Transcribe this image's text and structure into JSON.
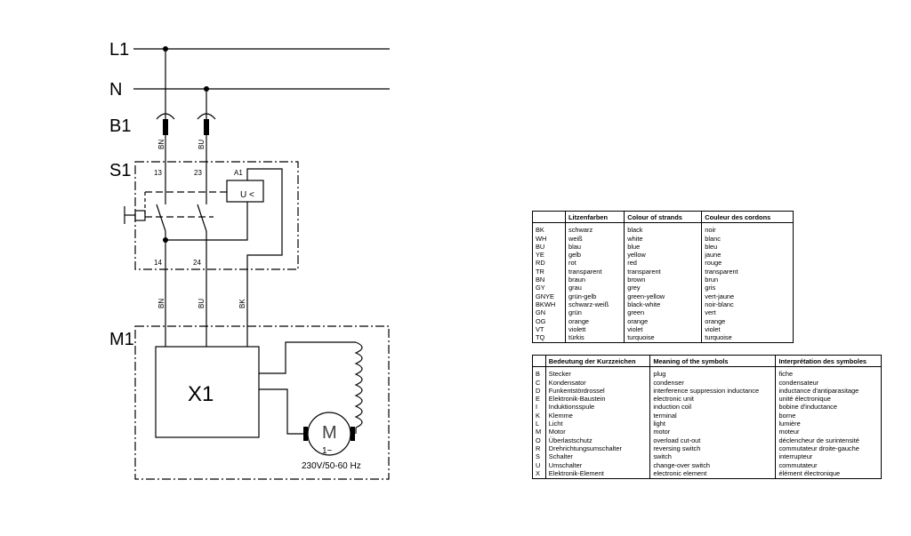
{
  "diagram": {
    "lines": [
      "L1",
      "N"
    ],
    "components": {
      "b1": "B1",
      "s1": "S1",
      "m1": "M1",
      "x1": "X1"
    },
    "wire_labels": {
      "b1_left": "BN",
      "b1_right": "BU",
      "m1_left": "BN",
      "m1_mid": "BU",
      "m1_right": "BK"
    },
    "terminals": {
      "t13": "13",
      "t23": "23",
      "a1": "A1",
      "t14": "14",
      "t24": "24"
    },
    "relay_label": "U <",
    "motor_letter": "M",
    "motor_symbol": "1~",
    "motor_rating": "230V/50-60 Hz"
  },
  "colour_table": {
    "headers": [
      "",
      "Litzenfarben",
      "Colour of strands",
      "Couleur des cordons"
    ],
    "rows": [
      [
        "BK",
        "schwarz",
        "black",
        "noir"
      ],
      [
        "WH",
        "weiß",
        "white",
        "blanc"
      ],
      [
        "BU",
        "blau",
        "blue",
        "bleu"
      ],
      [
        "YE",
        "gelb",
        "yellow",
        "jaune"
      ],
      [
        "RD",
        "rot",
        "red",
        "rouge"
      ],
      [
        "TR",
        "transparent",
        "transparent",
        "transparent"
      ],
      [
        "BN",
        "braun",
        "brown",
        "brun"
      ],
      [
        "GY",
        "grau",
        "grey",
        "gris"
      ],
      [
        "GNYE",
        "grün-gelb",
        "green-yellow",
        "vert-jaune"
      ],
      [
        "BKWH",
        "schwarz-weiß",
        "black-white",
        "noir-blanc"
      ],
      [
        "GN",
        "grün",
        "green",
        "vert"
      ],
      [
        "OG",
        "orange",
        "orange",
        "orange"
      ],
      [
        "VT",
        "violett",
        "violet",
        "violet"
      ],
      [
        "TQ",
        "türkis",
        "turquoise",
        "turquoise"
      ]
    ]
  },
  "symbol_table": {
    "headers": [
      "",
      "Bedeutung der Kurzzeichen",
      "Meaning of the symbols",
      "Interprétation des symboles"
    ],
    "rows": [
      [
        "B",
        "Stecker",
        "plug",
        "fiche"
      ],
      [
        "C",
        "Kondensator",
        "condenser",
        "condensateur"
      ],
      [
        "D",
        "Funkentstördrossel",
        "interference suppression inductance",
        "inductance d'antiparasitage"
      ],
      [
        "E",
        "Elektronik-Baustein",
        "electronic unit",
        "unité électronique"
      ],
      [
        "I",
        "Induktionsspule",
        "induction coil",
        "bobine d'inductance"
      ],
      [
        "K",
        "Klemme",
        "terminal",
        "borne"
      ],
      [
        "L",
        "Licht",
        "light",
        "lumière"
      ],
      [
        "M",
        "Motor",
        "motor",
        "moteur"
      ],
      [
        "O",
        "Überlastschutz",
        "overload cut-out",
        "déclencheur de surintensité"
      ],
      [
        "R",
        "Drehrichtungsumschalter",
        "reversing switch",
        "commutateur droite-gauche"
      ],
      [
        "S",
        "Schalter",
        "switch",
        "interrupteur"
      ],
      [
        "U",
        "Umschalter",
        "change-over switch",
        "commutateur"
      ],
      [
        "X",
        "Elektronik-Element",
        "electronic element",
        "élément électronique"
      ]
    ]
  }
}
